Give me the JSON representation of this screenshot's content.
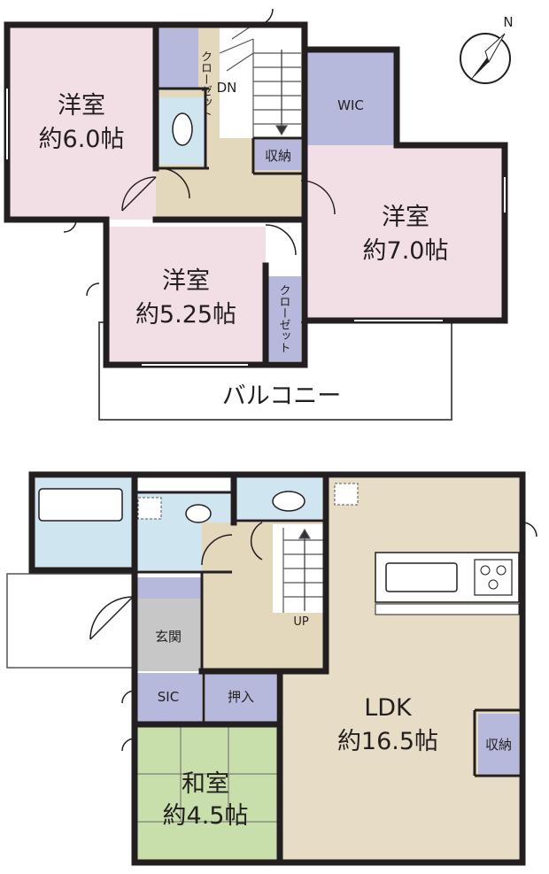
{
  "colors": {
    "western_room": "#f2dfe6",
    "hallway": "#e3d8bc",
    "storage": "#b6b9dc",
    "water": "#cfe6f0",
    "entrance": "#c7c7c7",
    "tatami": "#c9dfab",
    "ldk": "#e7dcc6",
    "wall": "#231f20"
  },
  "second_floor": {
    "room_nw": {
      "name": "洋室",
      "size": "約6.0帖"
    },
    "closet_nw": {
      "label": "クローゼット"
    },
    "dn": "DN",
    "wic": "WIC",
    "storage": "収納",
    "room_e": {
      "name": "洋室",
      "size": "約7.0帖"
    },
    "room_s": {
      "name": "洋室",
      "size": "約5.25帖"
    },
    "closet_s": {
      "label": "クローゼット"
    },
    "balcony": "バルコニー",
    "compass_label": "N"
  },
  "first_floor": {
    "up": "UP",
    "entrance": "玄関",
    "sic": "SIC",
    "oshiire": "押入",
    "ldk": {
      "name": "LDK",
      "size": "約16.5帖"
    },
    "storage": "収納",
    "washitsu": {
      "name": "和室",
      "size": "約4.5帖"
    }
  }
}
